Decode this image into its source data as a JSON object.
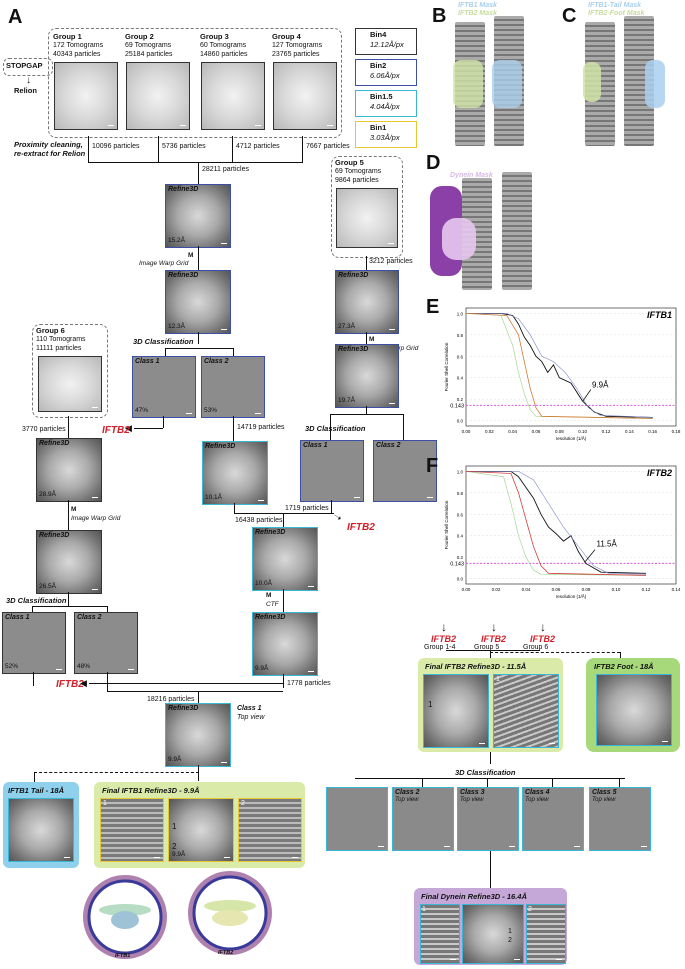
{
  "panels": {
    "a": "A",
    "b": "B",
    "c": "C",
    "d": "D",
    "e": "E",
    "f": "F"
  },
  "stopgap": {
    "label": "STOPGAP",
    "relion": "Relion"
  },
  "groups": [
    {
      "name": "Group 1",
      "tomograms": "172 Tomograms",
      "particles": "40343 particles"
    },
    {
      "name": "Group 2",
      "tomograms": "69 Tomograms",
      "particles": "25184 particles"
    },
    {
      "name": "Group 3",
      "tomograms": "60 Tomograms",
      "particles": "14860 particles"
    },
    {
      "name": "Group 4",
      "tomograms": "127 Tomograms",
      "particles": "23765 particles"
    }
  ],
  "group5": {
    "name": "Group 5",
    "tomograms": "69 Tomograms",
    "particles": "9864 particles"
  },
  "group6": {
    "name": "Group 6",
    "tomograms": "110 Tomograms",
    "particles": "11111 particles"
  },
  "bins": [
    {
      "name": "Bin4",
      "px": "12.12Å/px"
    },
    {
      "name": "Bin2",
      "px": "6.06Å/px"
    },
    {
      "name": "Bin1.5",
      "px": "4.04Å/px"
    },
    {
      "name": "Bin1",
      "px": "3.03Å/px"
    }
  ],
  "flow": {
    "proximity": "Proximity cleaning, re-extract for Relion",
    "p1": "10096 particles",
    "p2": "5736 particles",
    "p3": "4712 particles",
    "p4": "7667 particles",
    "merge": "28211 particles",
    "g5p": "3212 particles",
    "g6p": "3770 particles",
    "c2p": "14719 particles",
    "p16438": "16438 particles",
    "p1719": "1719 particles",
    "p1778": "1778 particles",
    "p18216": "18216 particles",
    "refine": "Refine3D",
    "m": "M",
    "iwg": "Image Warp Grid",
    "ctf": "CTF",
    "classif": "3D Classification",
    "class1": "Class 1",
    "class2": "Class 2",
    "iftb2": "IFTB2",
    "class1top": "Class 1",
    "topview": "Top view"
  },
  "res": {
    "r1": "15.2Å",
    "r2": "12.3Å",
    "r5a": "27.3Å",
    "r5b": "19.7Å",
    "r6a": "28.9Å",
    "r6b": "26.5Å",
    "r10a": "10.1Å",
    "r10b": "10.0Å",
    "r99": "9.9Å",
    "r99b": "9.9Å",
    "r99c": "9.9Å",
    "pct47": "47%",
    "pct53": "53%",
    "pct52": "52%",
    "pct48": "48%"
  },
  "masks": {
    "b1": "IFTB1 Mask",
    "b2": "IFTB2 Mask",
    "c1": "IFTB1-Tail Mask",
    "c2": "IFTB2-Foot Mask",
    "d1": "Dynein Mask"
  },
  "fscE": {
    "title": "IFTB1",
    "annot": "9.9Å",
    "thresh": "0.143",
    "ylabel": "Fourier Shell Correlation",
    "xlabel": "resolution (1/Å)",
    "xticks": [
      "0.00",
      "0.02",
      "0.04",
      "0.06",
      "0.08",
      "0.10",
      "0.12",
      "0.14",
      "0.16",
      "0.18"
    ],
    "yticks": [
      "1.0",
      "0.8",
      "0.6",
      "0.4",
      "0.2",
      "0.0"
    ]
  },
  "fscF": {
    "title": "IFTB2",
    "annot": "11.5Å",
    "thresh": "0.143",
    "ylabel": "Fourier Shell Correlation",
    "xlabel": "resolution (1/Å)",
    "xticks": [
      "0.00",
      "0.02",
      "0.04",
      "0.06",
      "0.08",
      "0.10",
      "0.12",
      "0.14"
    ],
    "yticks": [
      "1.0",
      "0.8",
      "0.6",
      "0.4",
      "0.2",
      "0.0"
    ]
  },
  "fmerge": [
    {
      "name": "IFTB2",
      "grp": "Group 1-4"
    },
    {
      "name": "IFTB2",
      "grp": "Group 5"
    },
    {
      "name": "IFTB2",
      "grp": "Group 6"
    }
  ],
  "final": {
    "iftb2": "Final IFTB2 Refine3D - 11.5Å",
    "foot": "IFTB2 Foot - 18Å",
    "tail": "IFTB1 Tail - 18Å",
    "iftb1": "Final IFTB1 Refine3D - 9.9Å",
    "dynein": "Final Dynein Refine3D - 16.4Å",
    "classif": "3D Classification",
    "classes": [
      "Class 2",
      "Class 3",
      "Class 4",
      "Class 5"
    ],
    "topview": "Top view",
    "one": "1",
    "two": "2",
    "bot1": "IFTB1",
    "bot2": "IFTB2"
  }
}
